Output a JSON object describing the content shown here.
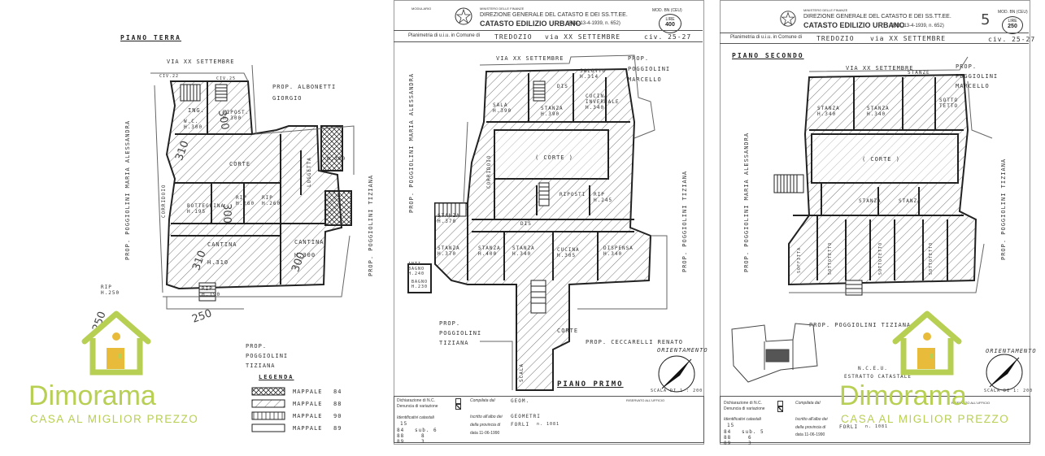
{
  "colors": {
    "ink": "#2a2a2a",
    "hatch": "#555555",
    "watermark_green": "#b7cf53",
    "watermark_yellow": "#e8bb3a"
  },
  "sheet1": {
    "title": "PIANO TERRA",
    "street": "VIA XX SETTEMBRE",
    "civ_22": "CIV.22",
    "civ_25": "CIV.25",
    "neighbor_top": "PROP. ALBONETTI GIORGIO",
    "neighbor_left": "PROP. POGGIOLINI MARIA ALESSANDRA",
    "neighbor_right": "PROP. POGGIOLINI TIZIANA",
    "neighbor_bottom": "PROP. POGGIOLINI TIZIANA",
    "rooms": [
      "ING.",
      "RIPOST. H.300",
      "W.C. H.300",
      "CORTE",
      "CORRIDOIO",
      "LOGGETTA",
      "BOTTEGHINA H.195",
      "RIP H.260",
      "RIP H.260",
      "CANTINA H.310",
      "CANTINA H.300",
      "RIP H.250",
      "RIP H.190",
      "H.300"
    ],
    "handwritten": [
      "300",
      "310",
      "300",
      "310",
      "300",
      "250",
      "250"
    ],
    "legend_title": "LEGENDA",
    "legend": [
      {
        "label": "MAPPALE",
        "num": "84"
      },
      {
        "label": "MAPPALE",
        "num": "88"
      },
      {
        "label": "MAPPALE",
        "num": "90"
      },
      {
        "label": "MAPPALE",
        "num": "89"
      }
    ]
  },
  "sheet2": {
    "header_ministry": "MINISTERO DELLE FINANZE",
    "header_dir": "DIREZIONE GENERALE DEL CATASTO E DEI SS.TT.EE.",
    "header_catasto": "CATASTO EDILIZIO URBANO",
    "header_rdl": "(RDL 13-4-1939, n. 652)",
    "mod": "MOD. BN (CEU)",
    "lire_label": "LIRE",
    "lire_value": "400",
    "planimetria": "Planimetria di u.i.u. in Comune di",
    "comune": "TREDOZIO",
    "via": "via XX SETTEMBRE",
    "civ": "civ. 25-27",
    "floor_title": "PIANO PRIMO",
    "street": "VIA XX SETTEMBRE",
    "neighbor_top": "PROP. POGGIOLINI MARCELLO",
    "neighbor_left": "PROP. POGGIOLINI MARIA ALESSANDRA",
    "neighbor_right": "PROP. POGGIOLINI TIZIANA",
    "neighbor_bottom": "PROP. POGGIOLINI TIZIANA",
    "neighbor_bottom2": "PROP. CECCARELLI RENATO",
    "rooms": [
      "SALOTTO H.314",
      "SALA H.390",
      "DIS",
      "STANZA H.390",
      "CUCINA INVERNALE H.340",
      "( CORTE )",
      "CORRIDOIO",
      "RIPOSTI",
      "RIP H.245",
      "DIS",
      "STANZA H.370",
      "STANZA H.370",
      "STANZA H.400",
      "STANZA H.340",
      "CUCINA H.305",
      "DISPENSA H.340",
      "ANTI BAGNO H.240",
      "BAGNO H.230",
      "CORTE",
      "SCALA"
    ],
    "orientation": "ORIENTAMENTO",
    "scale": "SCALA DI 1 : 200",
    "footer": {
      "dichiarazione": "Dichiarazione di N.C.",
      "denuncia": "Denuncia di variazione",
      "identificativi": "Identificativi catastali",
      "compilata": "Compilata dal",
      "geom": "GEOM.",
      "iscritto": "Iscritto all'albo dei",
      "geometri": "GEOMETRI",
      "provincia": "della provincia di",
      "forli": "FORLI",
      "n": "n. 1081",
      "data": "data 11-06-1990",
      "riservato": "RISERVATO ALL'UFFICIO",
      "ids": [
        "15",
        "84",
        "sub. 6",
        "88",
        "8",
        "89",
        "3"
      ]
    }
  },
  "sheet3": {
    "header_ministry": "MINISTERO DELLE FINANZE",
    "header_dir": "DIREZIONE GENERALE DEL CATASTO E DEI SS.TT.EE.",
    "header_catasto": "CATASTO EDILIZIO URBANO",
    "header_rdl": "(RDL 13-4-1939, n. 652)",
    "mod": "MOD. BN (CEU)",
    "lire_label": "LIRE",
    "lire_value": "250",
    "page_mark": "5",
    "planimetria": "Planimetria di u.i.u. in Comune di",
    "comune": "TREDOZIO",
    "via": "via XX SETTEMBRE",
    "civ": "civ. 25-27",
    "floor_title": "PIANO SECONDO",
    "street": "VIA XX SETTEMBRE",
    "neighbor_top": "PROP. POGGIOLINI MARCELLO",
    "neighbor_left": "PROP. POGGIOLINI MARIA ALESSANDRA",
    "neighbor_right": "PROP. POGGIOLINI TIZIANA",
    "neighbor_bottom": "PROP. POGGIOLINI TIZIANA",
    "rooms": [
      "STANZE",
      "SOTTO TETTO",
      "STANZA H.340",
      "STANZA H.340",
      "( CORTE )",
      "STANZA",
      "STANZA",
      "SOFFITTA",
      "SOTTOTETTO",
      "SOTTOTETTO",
      "SOTTOTETTO"
    ],
    "orientation": "ORIENTAMENTO",
    "scale": "SCALA DI 1: 200",
    "ceu": "N.C.E.U.",
    "estratto": "ESTRATTO CATASTALE",
    "footer": {
      "dichiarazione": "Dichiarazione di N.C.",
      "denuncia": "Denuncia di variazione",
      "identificativi": "Identificativi catastali",
      "compilata": "Compilata dal",
      "iscritto": "Iscritto all'albo dei",
      "provincia": "della provincia di",
      "forli": "FORLI",
      "n": "n. 1081",
      "data": "data 11-06-1990",
      "riservato": "RISERVATO ALL'UFFICIO",
      "ids": [
        "15",
        "84",
        "sub. 5",
        "88",
        "6",
        "89",
        "3"
      ]
    }
  },
  "watermark": {
    "brand": "Dimorama",
    "tagline": "CASA AL MIGLIOR PREZZO"
  }
}
